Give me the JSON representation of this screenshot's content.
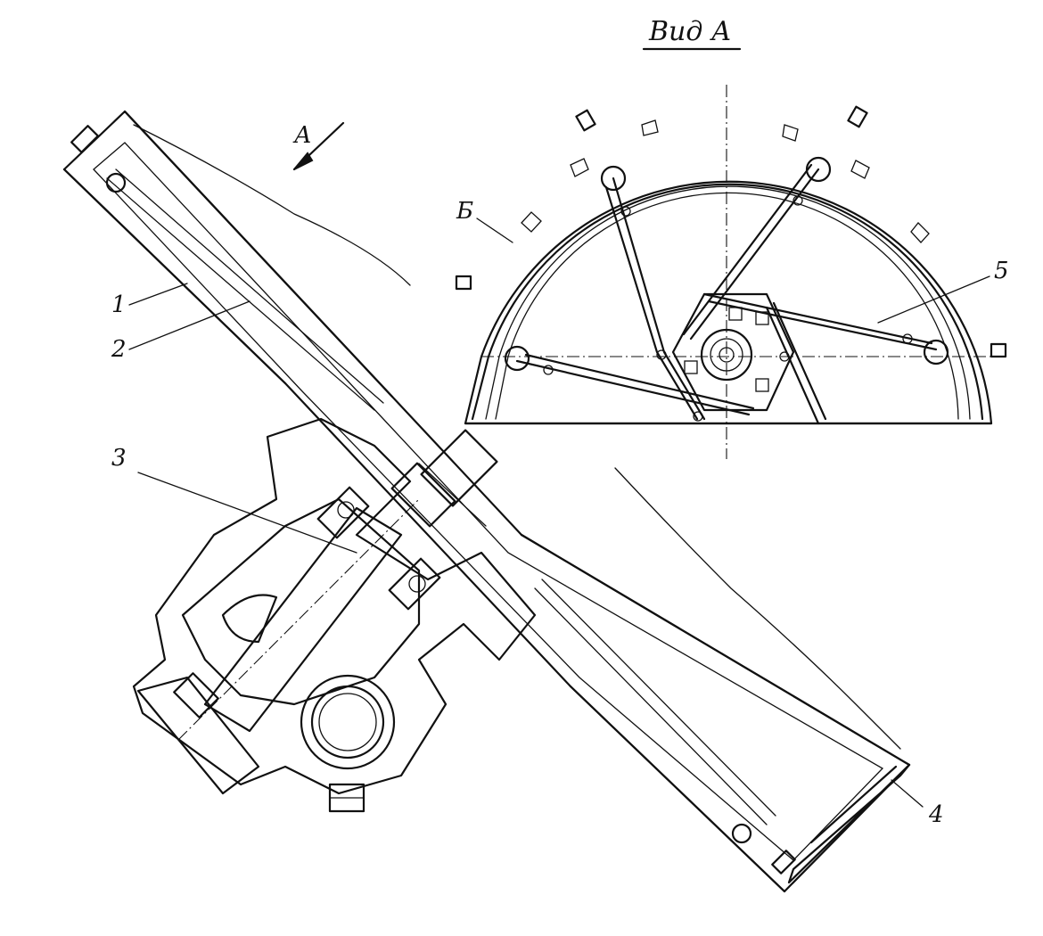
{
  "view_title": "Вид А",
  "direction_marker": "А",
  "callouts": {
    "c1": "1",
    "c2": "2",
    "c3": "3",
    "c4": "4",
    "c5": "5",
    "cB": "Б"
  }
}
